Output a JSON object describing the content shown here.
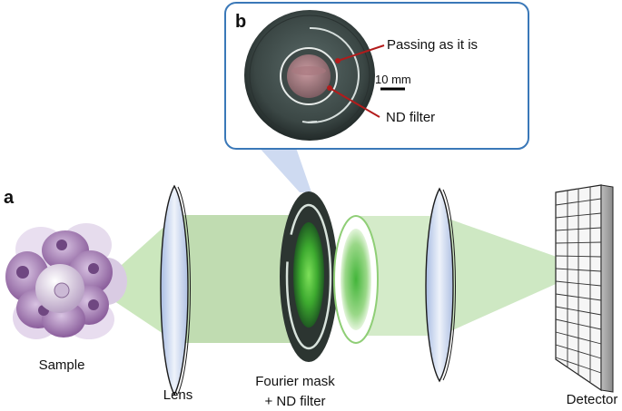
{
  "panels": {
    "a": "a",
    "b": "b"
  },
  "labels": {
    "sample": "Sample",
    "lens": "Lens",
    "mask_line1": "Fourier mask",
    "mask_line2": "+ ND filter",
    "detector": "Detector"
  },
  "inset": {
    "passing": "Passing as it is",
    "nd_filter": "ND filter",
    "scale_bar": "10 mm"
  },
  "colors": {
    "beam": "#b9dca6",
    "lens": "#c9d7ee",
    "inset_border": "#3a78b8",
    "pointer": "#b31b1b",
    "cell": "#8a5d9b",
    "mask": "#2f3b34",
    "green_glow": "#45b53a"
  }
}
